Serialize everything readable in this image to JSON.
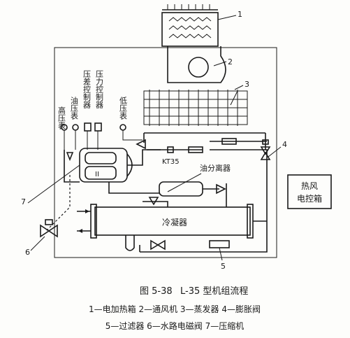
{
  "labels": {
    "gauge_high": "高压表",
    "gauge_oil": "油压表",
    "ctrl_diff": "压差控制器",
    "ctrl_press": "压力控制器",
    "gauge_low": "低压表",
    "kt": "KT35",
    "oil_sep": "油分离器",
    "condenser": "冷凝器",
    "hotair_1": "热风",
    "hotair_2": "电控箱"
  },
  "callouts": [
    "1",
    "2",
    "3",
    "4",
    "5",
    "6",
    "7"
  ],
  "caption": {
    "figure": "图 5-38",
    "title": "L-35 型机组流程"
  },
  "legend": {
    "line1": "1—电加热箱  2—通风机  3—蒸发器  4—膨胀阀",
    "line2": "5—过滤器  6—水路电磁阀  7—压缩机"
  }
}
